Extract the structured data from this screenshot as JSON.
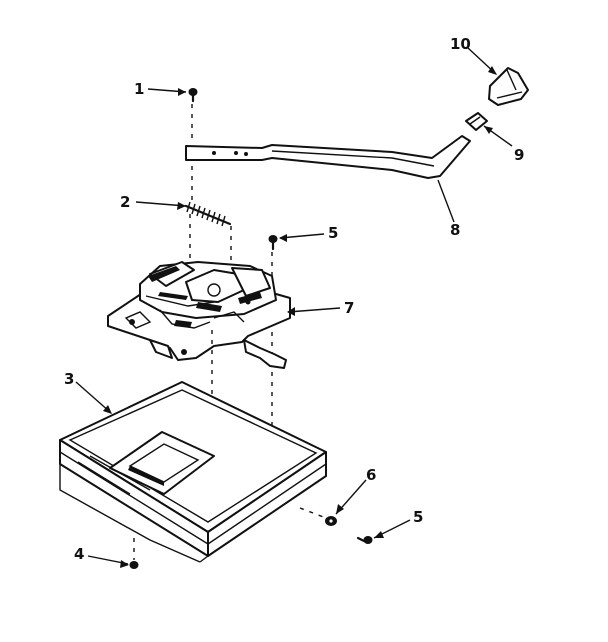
{
  "callouts": {
    "c1": "1",
    "c2": "2",
    "c3": "3",
    "c4": "4",
    "c5a": "5",
    "c5b": "5",
    "c6": "6",
    "c7": "7",
    "c8": "8",
    "c9": "9",
    "c10": "10"
  }
}
